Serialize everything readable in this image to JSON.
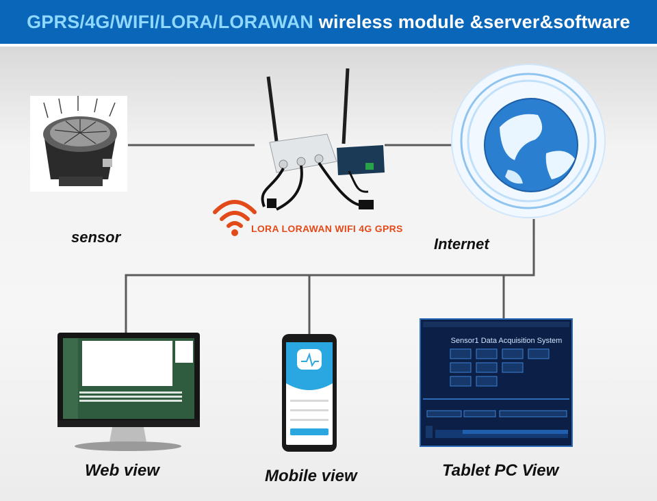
{
  "header": {
    "title_accent": "GPRS/4G/WIFI/LORA/LORAWAN",
    "title_rest": " wireless module &server&software"
  },
  "nodes": {
    "sensor": "sensor",
    "internet": "Internet",
    "web": "Web view",
    "mobile": "Mobile view",
    "tablet": "Tablet PC View"
  },
  "gateway": {
    "protocols": "LORA LORAWAN WIFI 4G GPRS"
  },
  "tablet_screen": {
    "title": "Sensor1 Data Acquisition System"
  },
  "colors": {
    "banner": "#0a66b8",
    "accent_text": "#8fd8ff",
    "wifi": "#e34a1a",
    "line": "#5a5a5a"
  },
  "icons": [
    "sensor-device-icon",
    "router-gateway-icon",
    "wifi-icon",
    "globe-icon",
    "monitor-icon",
    "phone-icon",
    "tablet-icon"
  ]
}
